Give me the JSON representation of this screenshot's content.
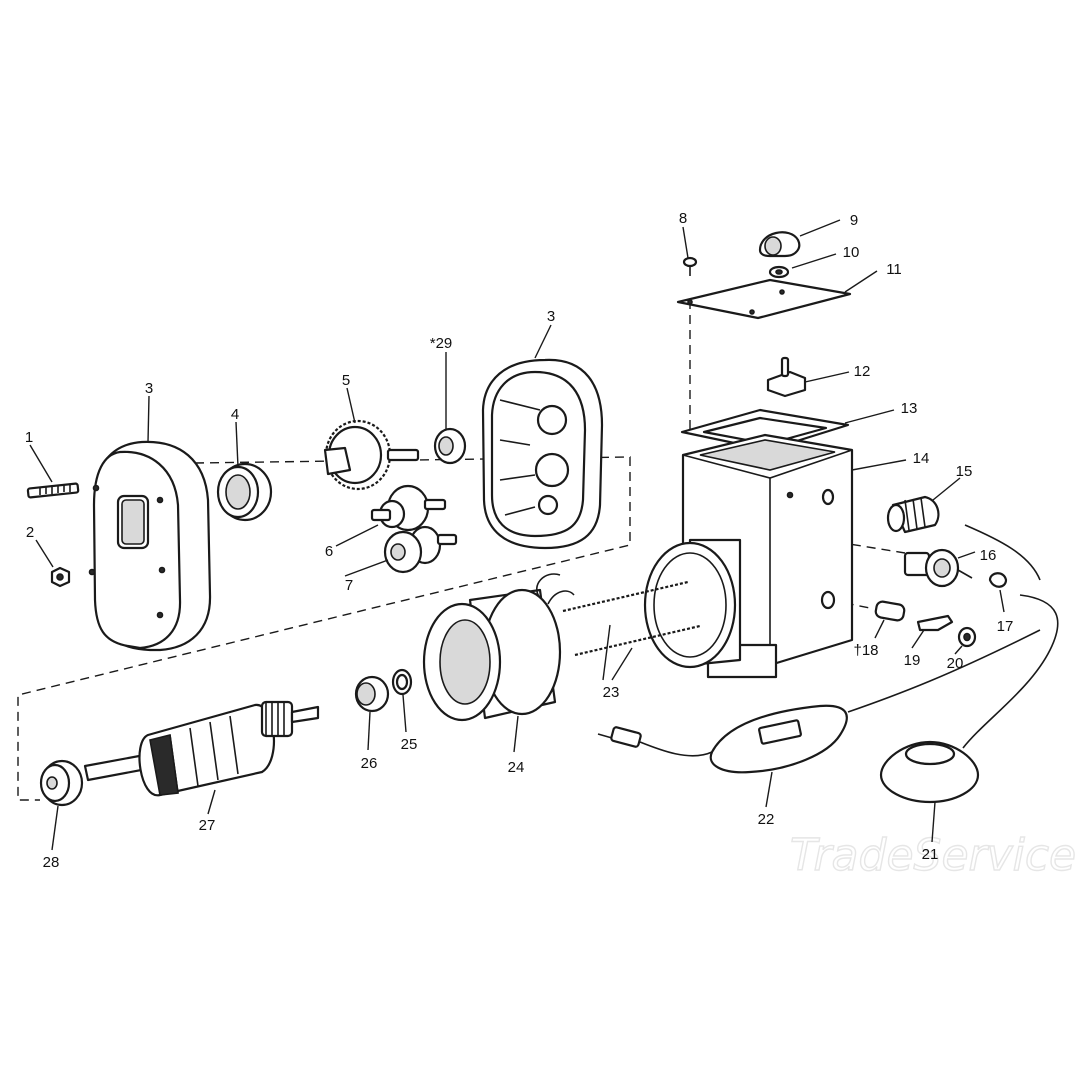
{
  "callouts": {
    "c1": "1",
    "c2": "2",
    "c3a": "3",
    "c3b": "3",
    "c4": "4",
    "c5": "5",
    "c6": "6",
    "c7": "7",
    "c8": "8",
    "c9": "9",
    "c10": "10",
    "c11": "11",
    "c12": "12",
    "c13": "13",
    "c14": "14",
    "c15": "15",
    "c16": "16",
    "c17": "17",
    "c18": "†18",
    "c19": "19",
    "c20": "20",
    "c21": "21",
    "c22": "22",
    "c23": "23",
    "c24": "24",
    "c25": "25",
    "c26": "26",
    "c27": "27",
    "c28": "28",
    "c29": "*29"
  },
  "watermark": "TradeService"
}
